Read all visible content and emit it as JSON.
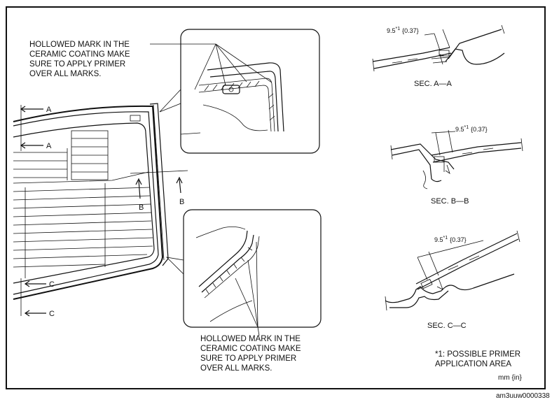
{
  "notes": {
    "top": [
      "HOLLOWED MARK IN THE",
      "CERAMIC COATING MAKE",
      "SURE TO APPLY PRIMER",
      "OVER ALL MARKS."
    ],
    "bottom": [
      "HOLLOWED MARK IN THE",
      "CERAMIC COATING MAKE",
      "SURE TO APPLY PRIMER",
      "OVER ALL MARKS."
    ]
  },
  "sections": {
    "a": {
      "title": "SEC. A—A",
      "dim_value": "9.5",
      "dim_mark": "*1",
      "dim_inch": "{0.37}"
    },
    "b": {
      "title": "SEC. B—B",
      "dim_value": "9.5",
      "dim_mark": "*1",
      "dim_inch": "{0.37}"
    },
    "c": {
      "title": "SEC. C—C",
      "dim_value": "9.5",
      "dim_mark": "*1",
      "dim_inch": "{0.37}"
    }
  },
  "cut_labels": {
    "a1": "A",
    "a2": "A",
    "b1": "B",
    "b2": "B",
    "c1": "C",
    "c2": "C"
  },
  "footnote": [
    "*1: POSSIBLE PRIMER",
    "APPLICATION AREA"
  ],
  "units": "mm {in}",
  "image_id": "am3uuw0000338"
}
